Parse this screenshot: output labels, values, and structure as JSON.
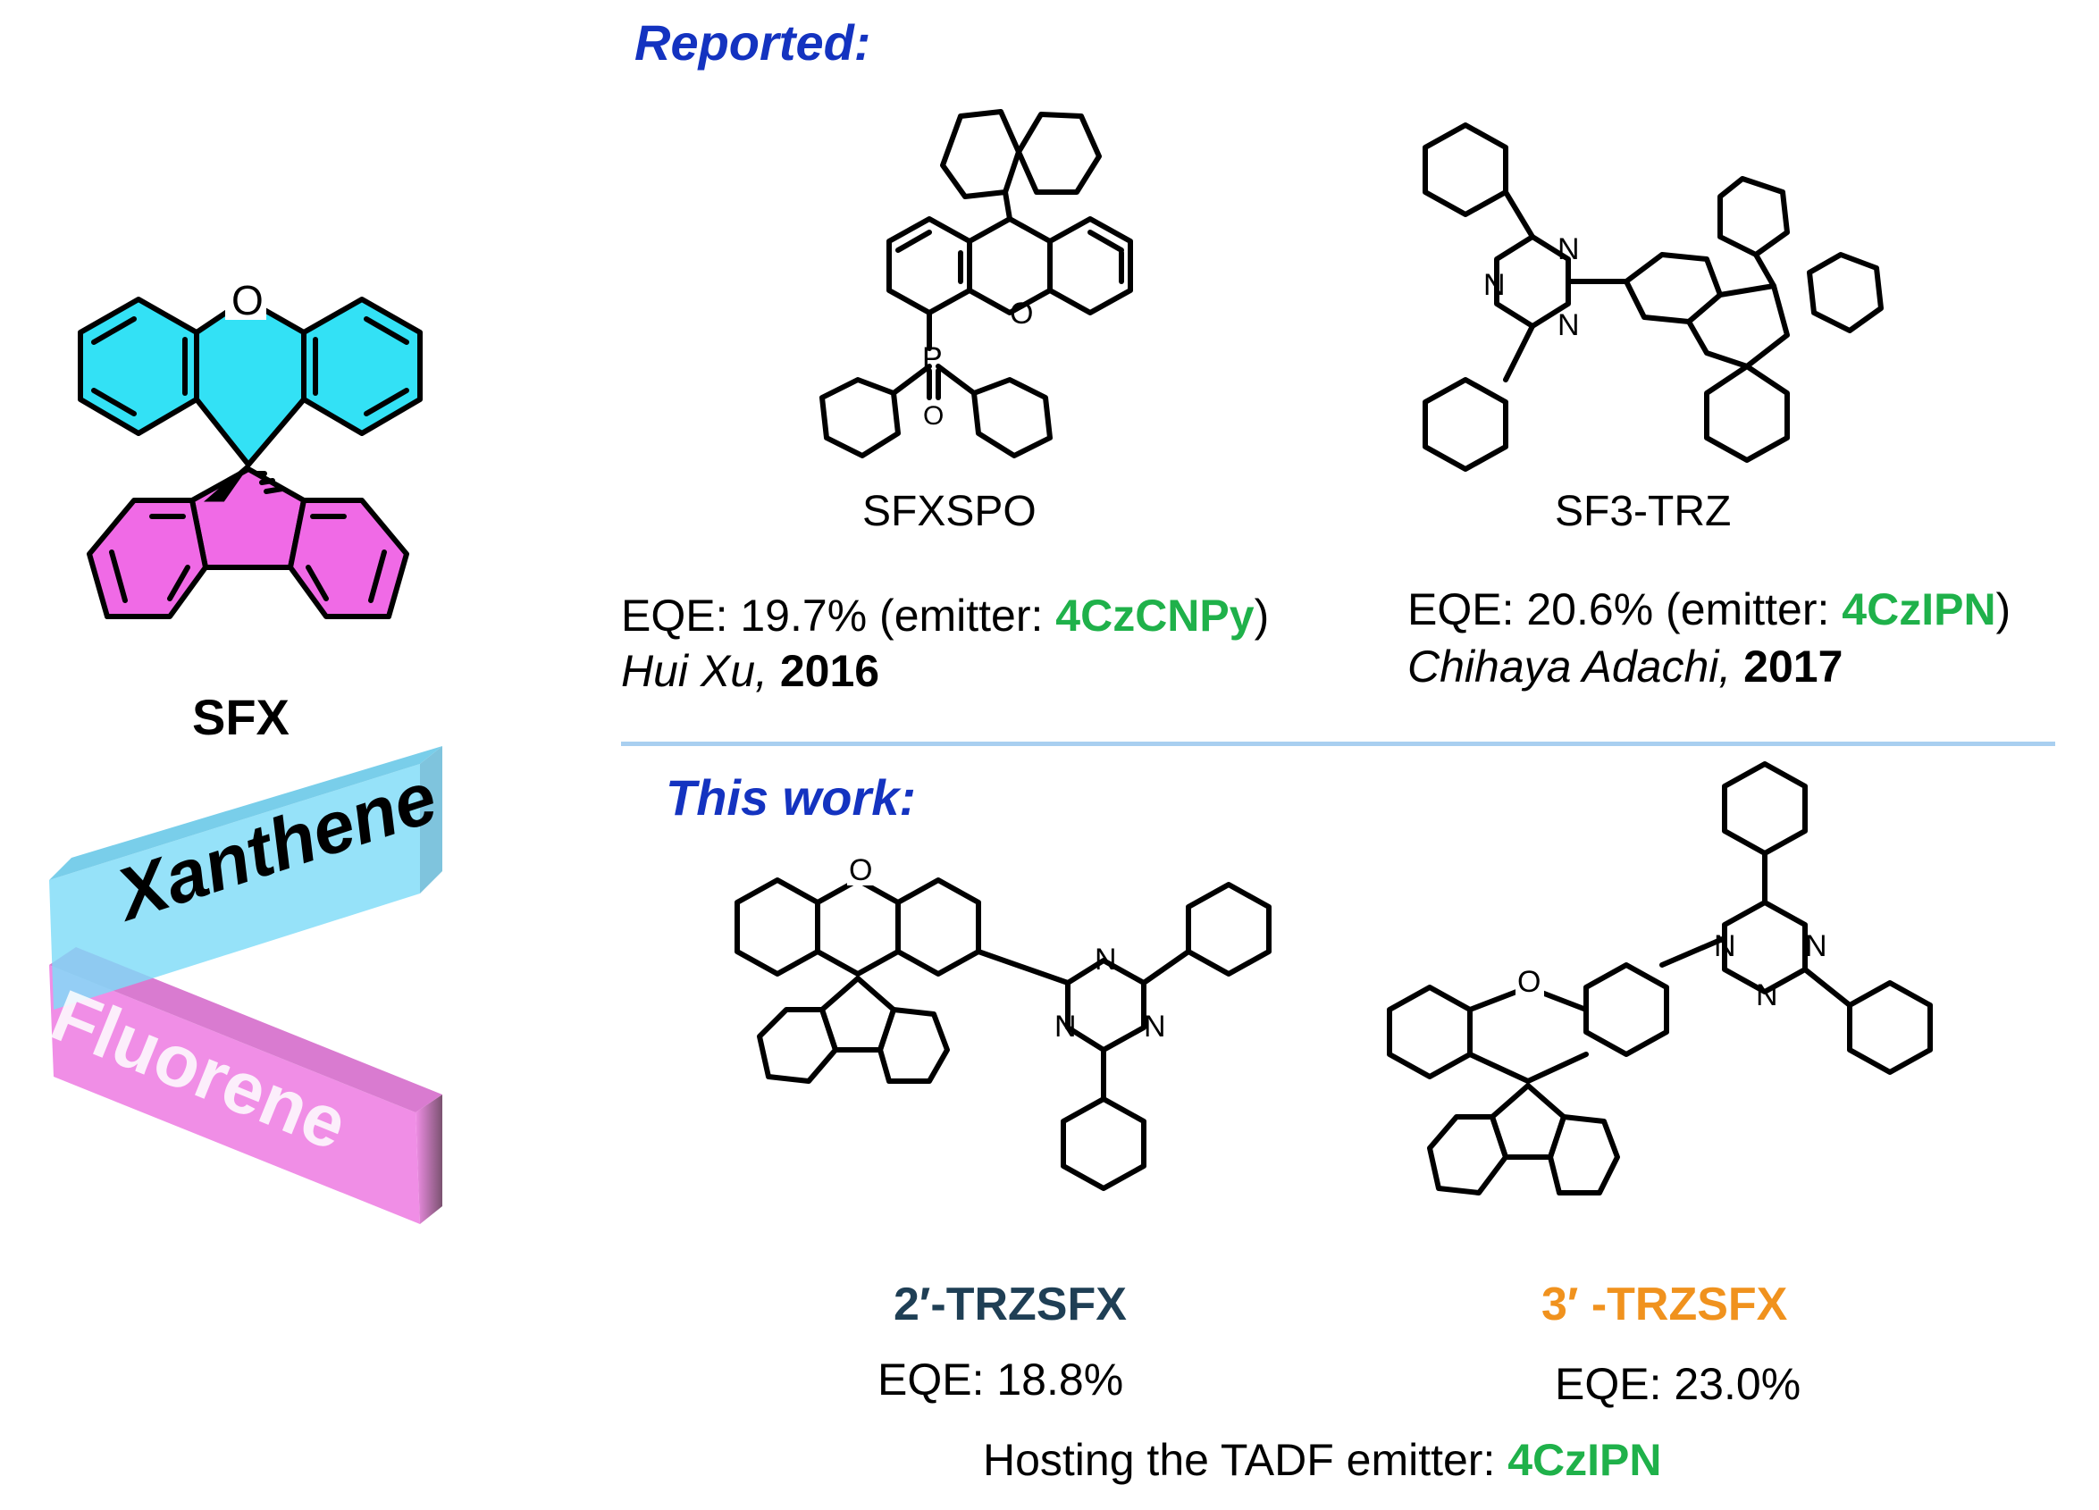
{
  "colors": {
    "heading": "#1433c0",
    "xanthene_fill": "#33e1f5",
    "fluorene_fill": "#f06ae6",
    "emitter_green": "#1fb14a",
    "trzsfx2": "#1f3f55",
    "trzsfx3": "#f0921e",
    "divider": "#a9cff0",
    "block_cyan": "#7fdcf8",
    "block_pink": "#f08ee6"
  },
  "left": {
    "sfx_label": "SFX",
    "oxygen": "O",
    "block_top_label": "Xanthene",
    "block_bottom_label": "Fluorene"
  },
  "reported": {
    "heading": "Reported:",
    "compounds": [
      {
        "name": "SFXSPO",
        "eqe_prefix": "EQE: 19.7% (emitter: ",
        "emitter": "4CzCNPy",
        "eqe_suffix": ")",
        "author": "Hui Xu,",
        "year": "2016"
      },
      {
        "name": "SF3-TRZ",
        "eqe_prefix": "EQE: 20.6% (emitter: ",
        "emitter": "4CzIPN",
        "eqe_suffix": ")",
        "author": "Chihaya Adachi,",
        "year": "2017"
      }
    ]
  },
  "this_work": {
    "heading": "This work:",
    "compounds": [
      {
        "name": "2′-TRZSFX",
        "eqe": "EQE: 18.8%"
      },
      {
        "name": "3′ -TRZSFX",
        "eqe": "EQE: 23.0%"
      }
    ],
    "hosting_text": "Hosting the TADF emitter: ",
    "hosting_emitter": "4CzIPN"
  },
  "atoms": {
    "O": "O",
    "N": "N",
    "P": "P"
  },
  "icons": [
    "sfx-structure",
    "xanthene-fluorene-blocks",
    "sfxspo-structure",
    "sf3-trz-structure",
    "2-trzsfx-structure",
    "3-trzsfx-structure"
  ]
}
